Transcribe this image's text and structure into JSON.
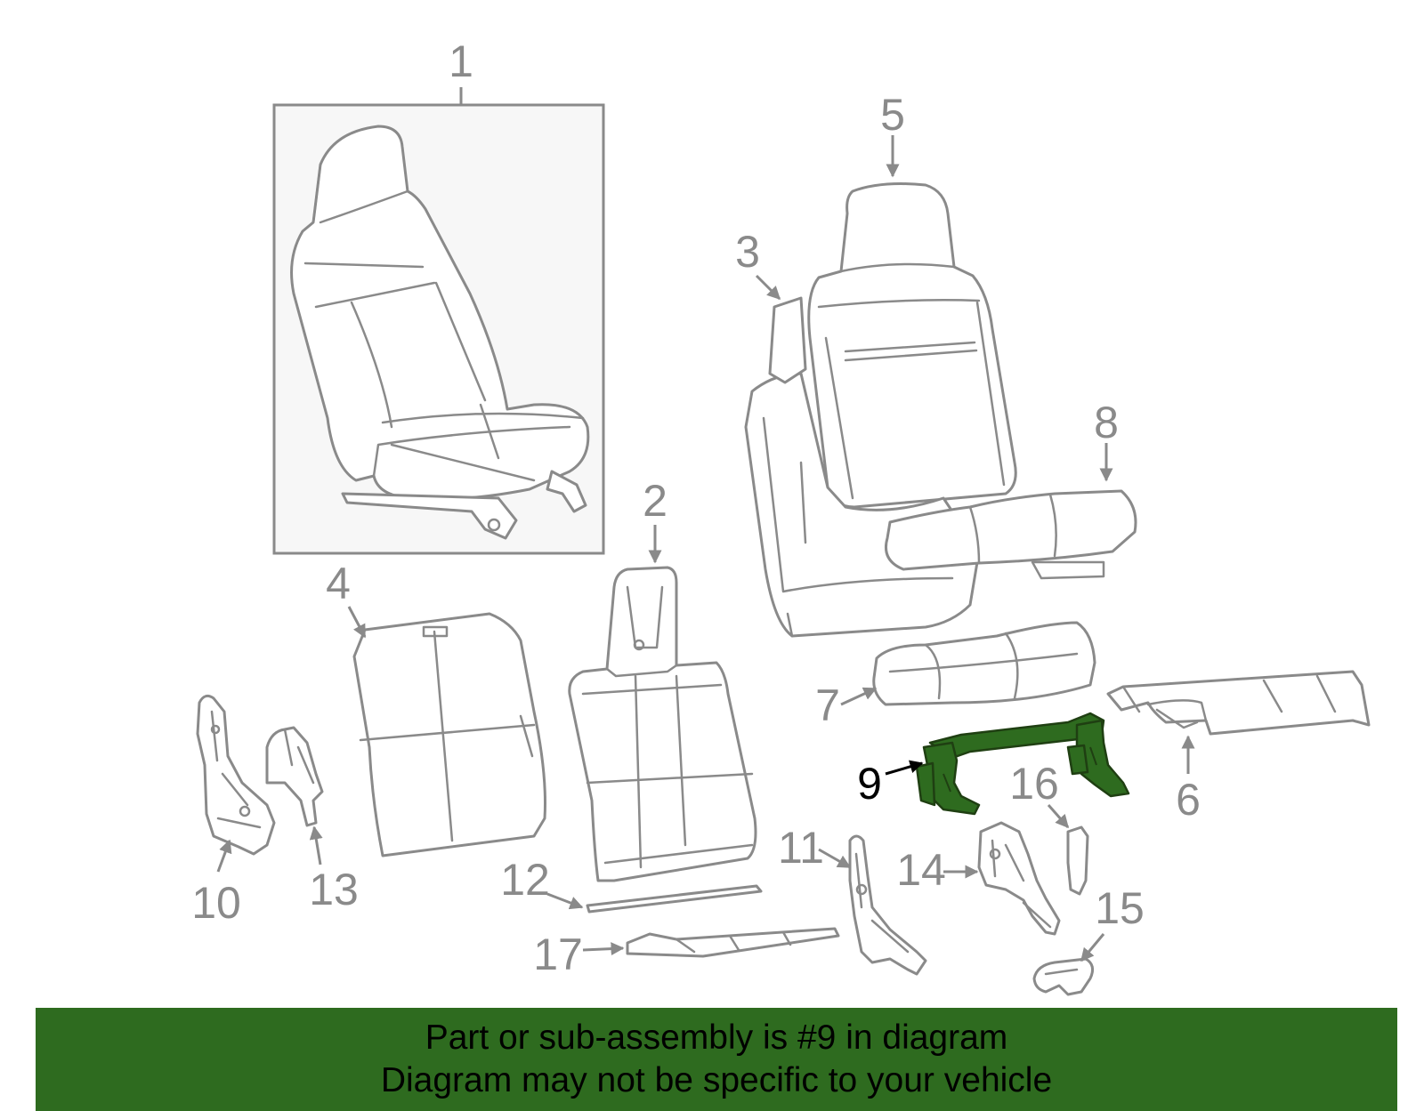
{
  "diagram": {
    "callouts": [
      "1",
      "2",
      "3",
      "4",
      "5",
      "6",
      "7",
      "8",
      "9",
      "10",
      "11",
      "12",
      "13",
      "14",
      "15",
      "16",
      "17"
    ],
    "highlighted_part": "9",
    "colors": {
      "line_gray": "#8a8a8a",
      "box_fill": "#f7f7f7",
      "highlight_fill": "#2e6b1f",
      "banner_fill": "#2e6b1f",
      "banner_text": "#000000"
    }
  },
  "banner": {
    "line1": "Part or sub-assembly is #9 in diagram",
    "line2": "Diagram may not be specific to your vehicle"
  }
}
